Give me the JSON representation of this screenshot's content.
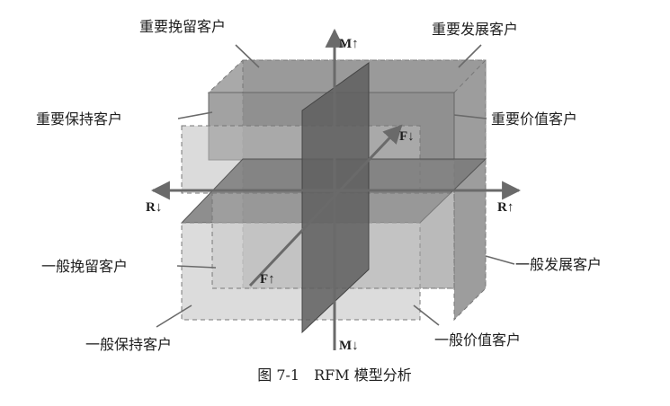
{
  "diagram": {
    "segments": {
      "top_back_left": "重要挽留客户",
      "top_back_right": "重要发展客户",
      "top_front_left": "重要保持客户",
      "top_front_right": "重要价值客户",
      "bottom_back_left": "一般挽留客户",
      "bottom_back_right": "一般发展客户",
      "bottom_front_left": "一般保持客户",
      "bottom_front_right": "一般价值客户"
    },
    "axes": {
      "m_up": "M↑",
      "m_down": "M↓",
      "r_up": "R↑",
      "r_down": "R↓",
      "f_up": "F↑",
      "f_down": "F↓"
    }
  },
  "caption": "图 7-1　RFM 模型分析"
}
